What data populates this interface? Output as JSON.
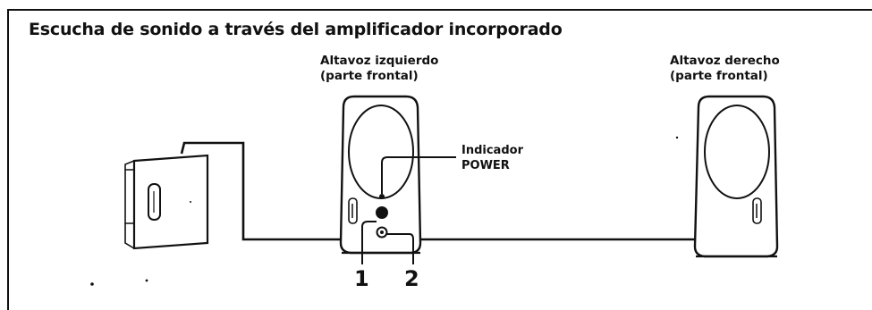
{
  "title": "Escucha de sonido a través del amplificador incorporado",
  "left_speaker": {
    "line1": "Altavoz izquierdo",
    "line2": "(parte frontal)"
  },
  "right_speaker": {
    "line1": "Altavoz derecho",
    "line2": "(parte frontal)"
  },
  "indicator": {
    "line1": "Indicador",
    "line2": "POWER"
  },
  "callouts": [
    "1",
    "2"
  ],
  "icons": [
    "portable-player-icon",
    "left-speaker-icon",
    "right-speaker-icon",
    "power-led-icon",
    "volume-knob-icon",
    "headphone-jack-icon"
  ]
}
